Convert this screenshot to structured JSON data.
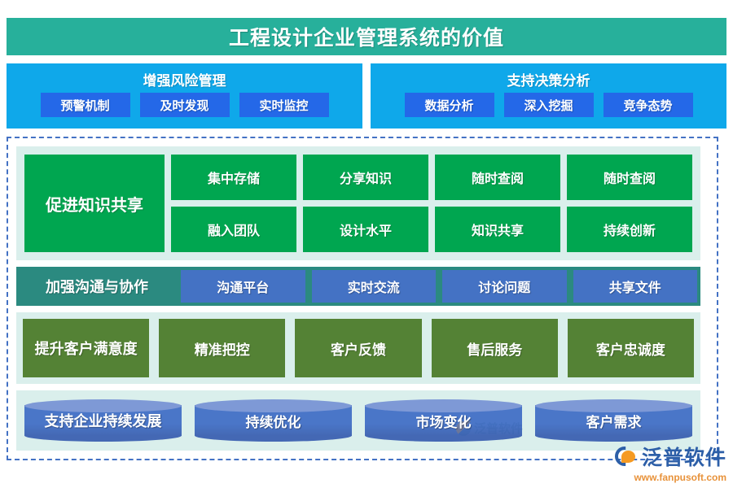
{
  "header": {
    "title": "工程设计企业管理系统的价值",
    "bg_color": "#27B09B"
  },
  "blue_panels": [
    {
      "heading": "增强风险管理",
      "chips": [
        "预警机制",
        "及时发现",
        "实时监控"
      ],
      "panel_color": "#0FA8EA",
      "chip_color": "#2468E8"
    },
    {
      "heading": "支持决策分析",
      "chips": [
        "数据分析",
        "深入挖掘",
        "竞争态势"
      ],
      "panel_color": "#0FA8EA",
      "chip_color": "#2468E8"
    }
  ],
  "knowledge_section": {
    "label": "促进知识共享",
    "chips": [
      "集中存储",
      "分享知识",
      "随时查阅",
      "随时查阅",
      "融入团队",
      "设计水平",
      "知识共享",
      "持续创新"
    ],
    "accent_color": "#00A650",
    "panel_color": "#DAEFEC"
  },
  "communication_section": {
    "label": "加强沟通与协作",
    "chips": [
      "沟通平台",
      "实时交流",
      "讨论问题",
      "共享文件"
    ],
    "band_color": "#2B8A80",
    "chip_color": "#4472C4"
  },
  "satisfaction_section": {
    "label": "提升客户满意度",
    "chips": [
      "精准把控",
      "客户反馈",
      "售后服务",
      "客户忠诚度"
    ],
    "accent_color": "#548235",
    "panel_color": "#DAEFEC"
  },
  "development_section": {
    "label": "支持企业持续发展",
    "chips": [
      "持续优化",
      "市场变化",
      "客户需求"
    ],
    "cylinder_color": "#4A76C8",
    "cylinder_top_color": "#7E99D6",
    "panel_color": "#DAEFEC"
  },
  "watermark": {
    "text": "泛普软件"
  },
  "logo": {
    "name": "泛普软件",
    "url": "www.fanpusoft.com",
    "brand_color": "#2D5FA8",
    "accent_color": "#F59A23"
  }
}
